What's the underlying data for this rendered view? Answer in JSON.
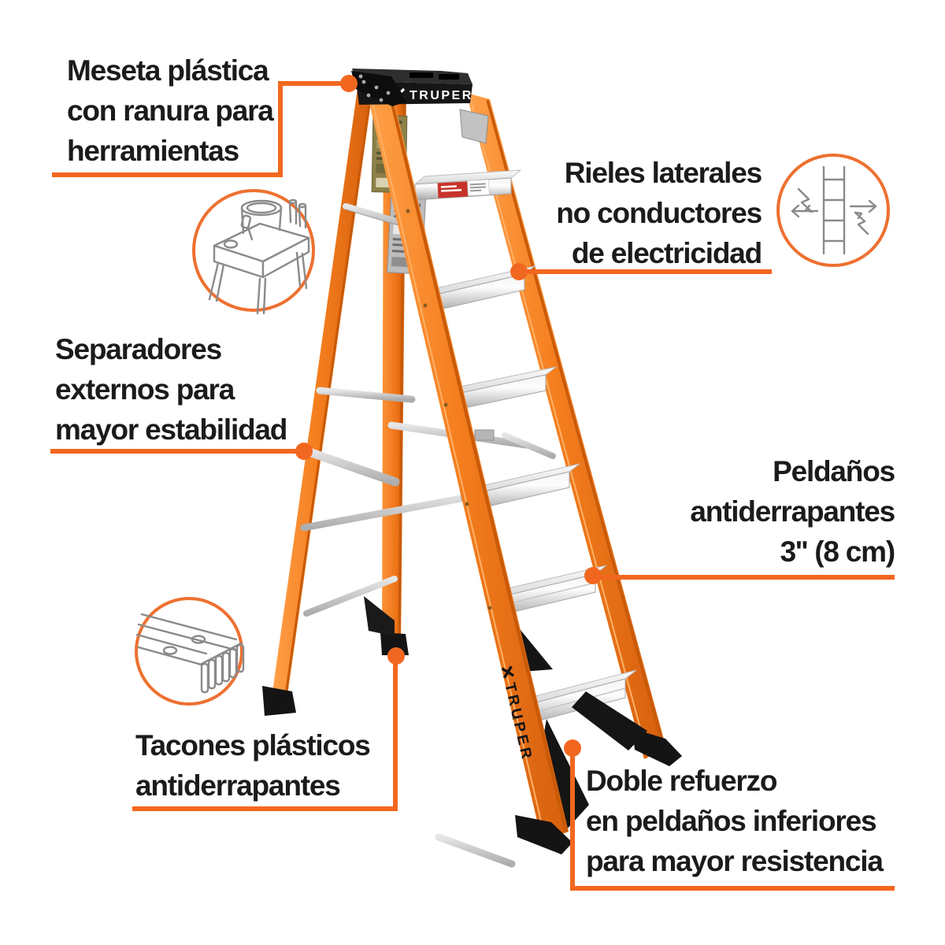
{
  "product": {
    "brand": "TRUPER",
    "type_hint": "escalera de tijera (infografía de características)"
  },
  "colors": {
    "accent_orange": "#F2671F",
    "ladder_orange": "#F57E1E",
    "ladder_orange_dark": "#D55F0D",
    "ladder_orange_light": "#FFA14A",
    "black_parts": "#161616",
    "aluminum": "#D9D9D9",
    "icon_line_gray": "#8A8A8A",
    "text_black": "#1B1B1B",
    "label_olive": "#8D8149",
    "label_red": "#C8332B",
    "background": "#FFFFFF"
  },
  "ladder": {
    "cap_logo_text": "TRUPER",
    "rail_logo_text": "TRUPER"
  },
  "callouts": {
    "meseta": {
      "line1": "Meseta plástica",
      "line2": "con ranura para",
      "line3": "herramientas"
    },
    "rieles": {
      "line1": "Rieles laterales",
      "line2": "no conductores",
      "line3": "de electricidad"
    },
    "separadores": {
      "line1": "Separadores",
      "line2": "externos para",
      "line3": "mayor estabilidad"
    },
    "peldanos": {
      "line1": "Peldaños",
      "line2": "antiderrapantes",
      "line3": "3'' (8 cm)"
    },
    "tacones": {
      "line1": "Tacones plásticos",
      "line2": "antiderrapantes"
    },
    "doble_refuerzo": {
      "line1": "Doble refuerzo",
      "line2": "en peldaños inferiores",
      "line3": "para mayor resistencia"
    }
  },
  "icons": {
    "tool_tray": "tool-tray-icon",
    "non_conductive_rails": "non-conductive-rails-icon",
    "anti_slip_step": "anti-slip-step-icon"
  }
}
